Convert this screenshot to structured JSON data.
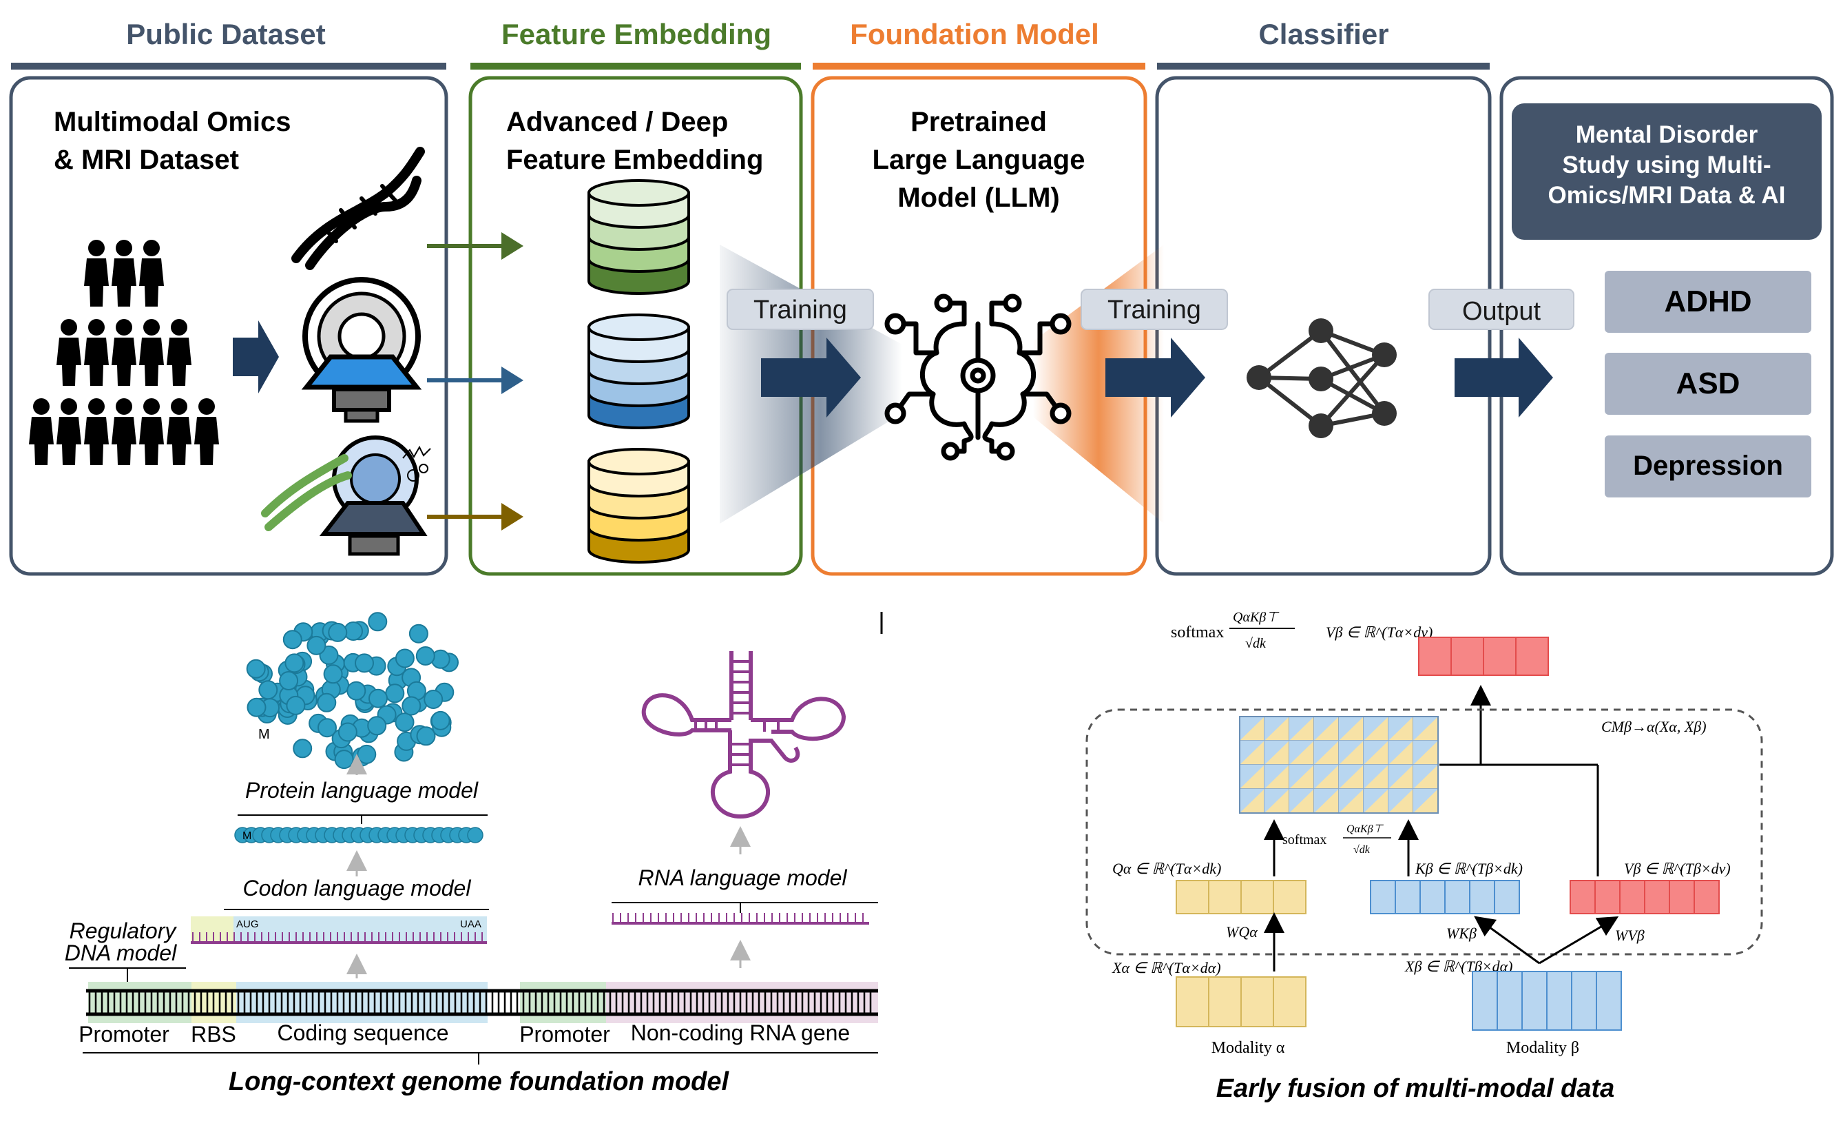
{
  "colors": {
    "slate": "#44546a",
    "green": "#4b7b2a",
    "orange": "#ed7d31",
    "navy": "#1f3a5c",
    "gray_box": "#aab3c4",
    "yellow_cell": "#f7e2a6",
    "blue_cell": "#b8d6f0",
    "red_cell": "#f68686",
    "rna_purple": "#8e3c8e",
    "protein_teal": "#2f9fc4"
  },
  "top": {
    "headers": {
      "public_dataset": "Public Dataset",
      "feature_embedding": "Feature Embedding",
      "foundation_model": "Foundation Model",
      "classifier": "Classifier"
    },
    "dataset_title_line1": "Multimodal Omics",
    "dataset_title_line2": "& MRI Dataset",
    "embedding_title_line1": "Advanced / Deep",
    "embedding_title_line2": "Feature Embedding",
    "llm_title_line1": "Pretrained",
    "llm_title_line2": "Large Language",
    "llm_title_line3": "Model (LLM)",
    "training_label_1": "Training",
    "training_label_2": "Training",
    "output_label": "Output",
    "study_line1": "Mental Disorder",
    "study_line2": "Study using Multi-",
    "study_line3": "Omics/MRI Data & AI",
    "outputs": [
      "ADHD",
      "ASD",
      "Depression"
    ]
  },
  "genome": {
    "protein_model": "Protein language model",
    "codon_model": "Codon language model",
    "rna_model": "RNA language model",
    "regulatory_line1": "Regulatory",
    "regulatory_line2": "DNA model",
    "start_codon": "AUG",
    "stop_codon": "UAA",
    "protein_marker": "M",
    "segments": [
      "Promoter",
      "RBS",
      "Coding sequence",
      "Promoter",
      "Non-coding RNA gene"
    ],
    "caption": "Long-context genome foundation model"
  },
  "fusion": {
    "output_formula_fn": "softmax",
    "output_formula_num": "QαKβ⊤",
    "output_formula_den": "√dk",
    "output_formula_tail": "Vβ ∈ ℝ^(Tα×dv)",
    "cm_label": "CMβ→α(Xα, Xβ)",
    "mid_softmax_fn": "softmax",
    "mid_softmax_num": "QαKβ⊤",
    "mid_softmax_den": "√dk",
    "q_label": "Qα ∈ ℝ^(Tα×dk)",
    "k_label": "Kβ ∈ ℝ^(Tβ×dk)",
    "v_label": "Vβ ∈ ℝ^(Tβ×dv)",
    "wq_label": "WQα",
    "wk_label": "WKβ",
    "wv_label": "WVβ",
    "xa_label": "Xα ∈ ℝ^(Tα×dα)",
    "xb_label": "Xβ ∈ ℝ^(Tβ×dα)",
    "modality_a": "Modality α",
    "modality_b": "Modality β",
    "caption": "Early fusion of multi-modal data"
  }
}
